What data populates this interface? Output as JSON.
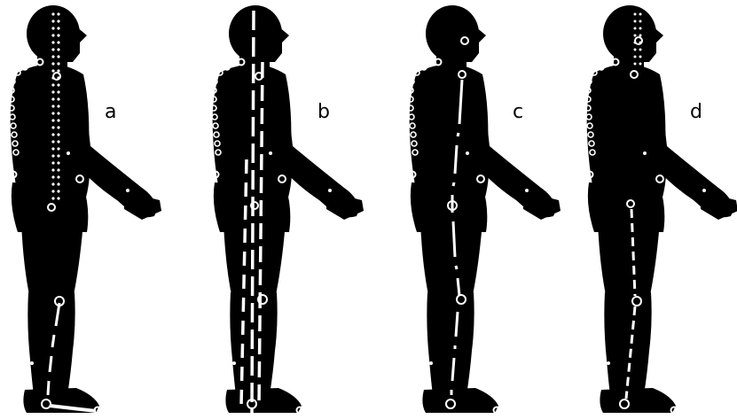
{
  "figure": {
    "panels": [
      {
        "id": "a",
        "label": "a"
      },
      {
        "id": "b",
        "label": "b"
      },
      {
        "id": "c",
        "label": "c"
      },
      {
        "id": "d",
        "label": "d"
      }
    ]
  },
  "colors": {
    "silhouette": "#000000",
    "marker": "#ffffff",
    "background": "#ffffff"
  }
}
